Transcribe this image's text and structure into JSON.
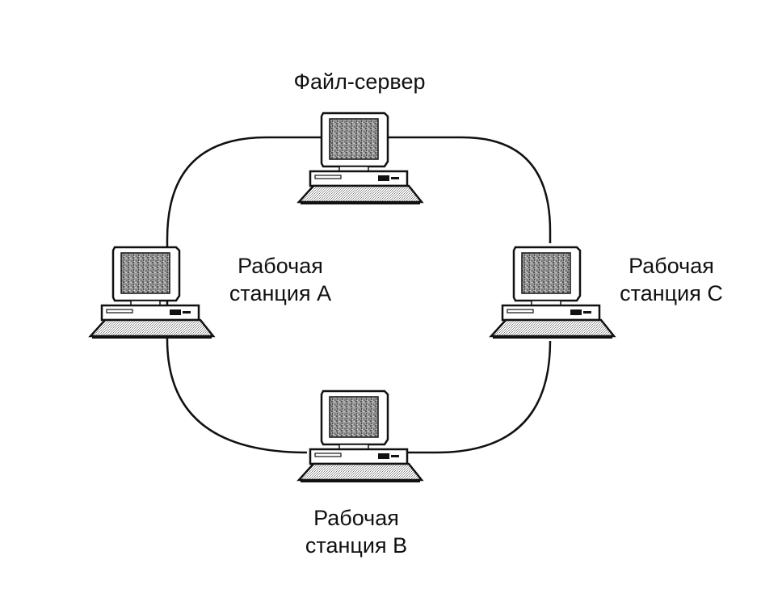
{
  "nodes": {
    "server": {
      "label": "Файл-сервер"
    },
    "station_a": {
      "line1": "Рабочая",
      "line2": "станция A"
    },
    "station_b": {
      "line1": "Рабочая",
      "line2": "станция B"
    },
    "station_c": {
      "line1": "Рабочая",
      "line2": "станция C"
    }
  },
  "colors": {
    "line": "#111111",
    "screen": "#8a8a8a",
    "body_fill": "#ffffff"
  },
  "icons": [
    "computer-icon"
  ]
}
